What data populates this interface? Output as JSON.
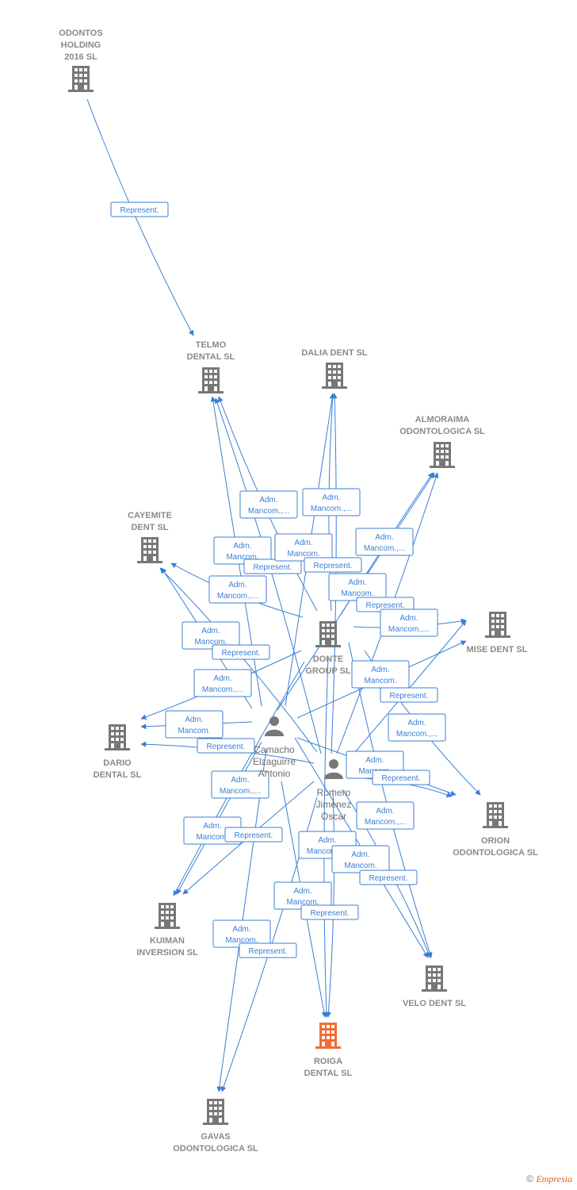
{
  "colors": {
    "edge": "#3a7fd5",
    "company_icon": "#777777",
    "focus_icon": "#f26a35",
    "label": "#8a8a8a",
    "brand": "#e05a1a"
  },
  "companies": [
    {
      "id": "odontos",
      "lines": [
        "ODONTOS",
        "HOLDING",
        "2016  SL"
      ],
      "focus": false
    },
    {
      "id": "telmo",
      "lines": [
        "TELMO",
        "DENTAL SL"
      ],
      "focus": false
    },
    {
      "id": "dalia",
      "lines": [
        "DALIA DENT SL"
      ],
      "focus": false
    },
    {
      "id": "almoraima",
      "lines": [
        "ALMORAIMA",
        "ODONTOLOGICA SL"
      ],
      "focus": false
    },
    {
      "id": "cayemite",
      "lines": [
        "CAYEMITE",
        "DENT SL"
      ],
      "focus": false
    },
    {
      "id": "mise",
      "lines": [
        "MISE DENT SL"
      ],
      "focus": false
    },
    {
      "id": "donte",
      "lines": [
        "DONTE",
        "GROUP  SL"
      ],
      "focus": false
    },
    {
      "id": "dario",
      "lines": [
        "DARIO",
        "DENTAL SL"
      ],
      "focus": false
    },
    {
      "id": "orion",
      "lines": [
        "ORION",
        "ODONTOLOGICA SL"
      ],
      "focus": false
    },
    {
      "id": "kuiman",
      "lines": [
        "KUIMAN",
        "INVERSION SL"
      ],
      "focus": false
    },
    {
      "id": "velo",
      "lines": [
        "VELO DENT SL"
      ],
      "focus": false
    },
    {
      "id": "roiga",
      "lines": [
        "ROIGA",
        "DENTAL  SL"
      ],
      "focus": true
    },
    {
      "id": "gavas",
      "lines": [
        "GAVAS",
        "ODONTOLOGICA SL"
      ],
      "focus": false
    }
  ],
  "persons": [
    {
      "id": "camacho",
      "lines": [
        "Camacho",
        "Elzaguirre",
        "Antonio"
      ]
    },
    {
      "id": "romero",
      "lines": [
        "Romero",
        "Jimenez",
        "Oscar"
      ]
    }
  ],
  "edge_labels": [
    {
      "lines": [
        "Represent."
      ]
    },
    {
      "lines": [
        "Adm.",
        "Mancom.,..."
      ]
    },
    {
      "lines": [
        "Adm.",
        "Mancom.,..."
      ]
    },
    {
      "lines": [
        "Adm.",
        "Mancom."
      ]
    },
    {
      "lines": [
        "Represent."
      ]
    },
    {
      "lines": [
        "Adm.",
        "Mancom."
      ]
    },
    {
      "lines": [
        "Represent."
      ]
    },
    {
      "lines": [
        "Adm.",
        "Mancom.,..."
      ]
    },
    {
      "lines": [
        "Adm.",
        "Mancom.,..."
      ]
    },
    {
      "lines": [
        "Adm.",
        "Mancom."
      ]
    },
    {
      "lines": [
        "Represent."
      ]
    },
    {
      "lines": [
        "Adm.",
        "Mancom.,..."
      ]
    },
    {
      "lines": [
        "Adm.",
        "Mancom."
      ]
    },
    {
      "lines": [
        "Represent."
      ]
    },
    {
      "lines": [
        "Adm.",
        "Mancom."
      ]
    },
    {
      "lines": [
        "Represent."
      ]
    },
    {
      "lines": [
        "Adm.",
        "Mancom.,..."
      ]
    },
    {
      "lines": [
        "Adm.",
        "Mancom."
      ]
    },
    {
      "lines": [
        "Represent."
      ]
    },
    {
      "lines": [
        "Adm.",
        "Mancom.,..."
      ]
    },
    {
      "lines": [
        "Adm.",
        "Mancom."
      ]
    },
    {
      "lines": [
        "Represent."
      ]
    },
    {
      "lines": [
        "Adm.",
        "Mancom.,..."
      ]
    },
    {
      "lines": [
        "Adm.",
        "Mancom."
      ]
    },
    {
      "lines": [
        "Represent."
      ]
    },
    {
      "lines": [
        "Adm.",
        "Mancom.,..."
      ]
    },
    {
      "lines": [
        "Adm.",
        "Mancom.,..."
      ]
    },
    {
      "lines": [
        "Adm.",
        "Mancom."
      ]
    },
    {
      "lines": [
        "Represent."
      ]
    },
    {
      "lines": [
        "Adm.",
        "Mancom."
      ]
    },
    {
      "lines": [
        "Represent."
      ]
    },
    {
      "lines": [
        "Adm.",
        "Mancom."
      ]
    },
    {
      "lines": [
        "Represent."
      ]
    }
  ],
  "footer": {
    "copyright": "©",
    "brand": "Empresia"
  }
}
